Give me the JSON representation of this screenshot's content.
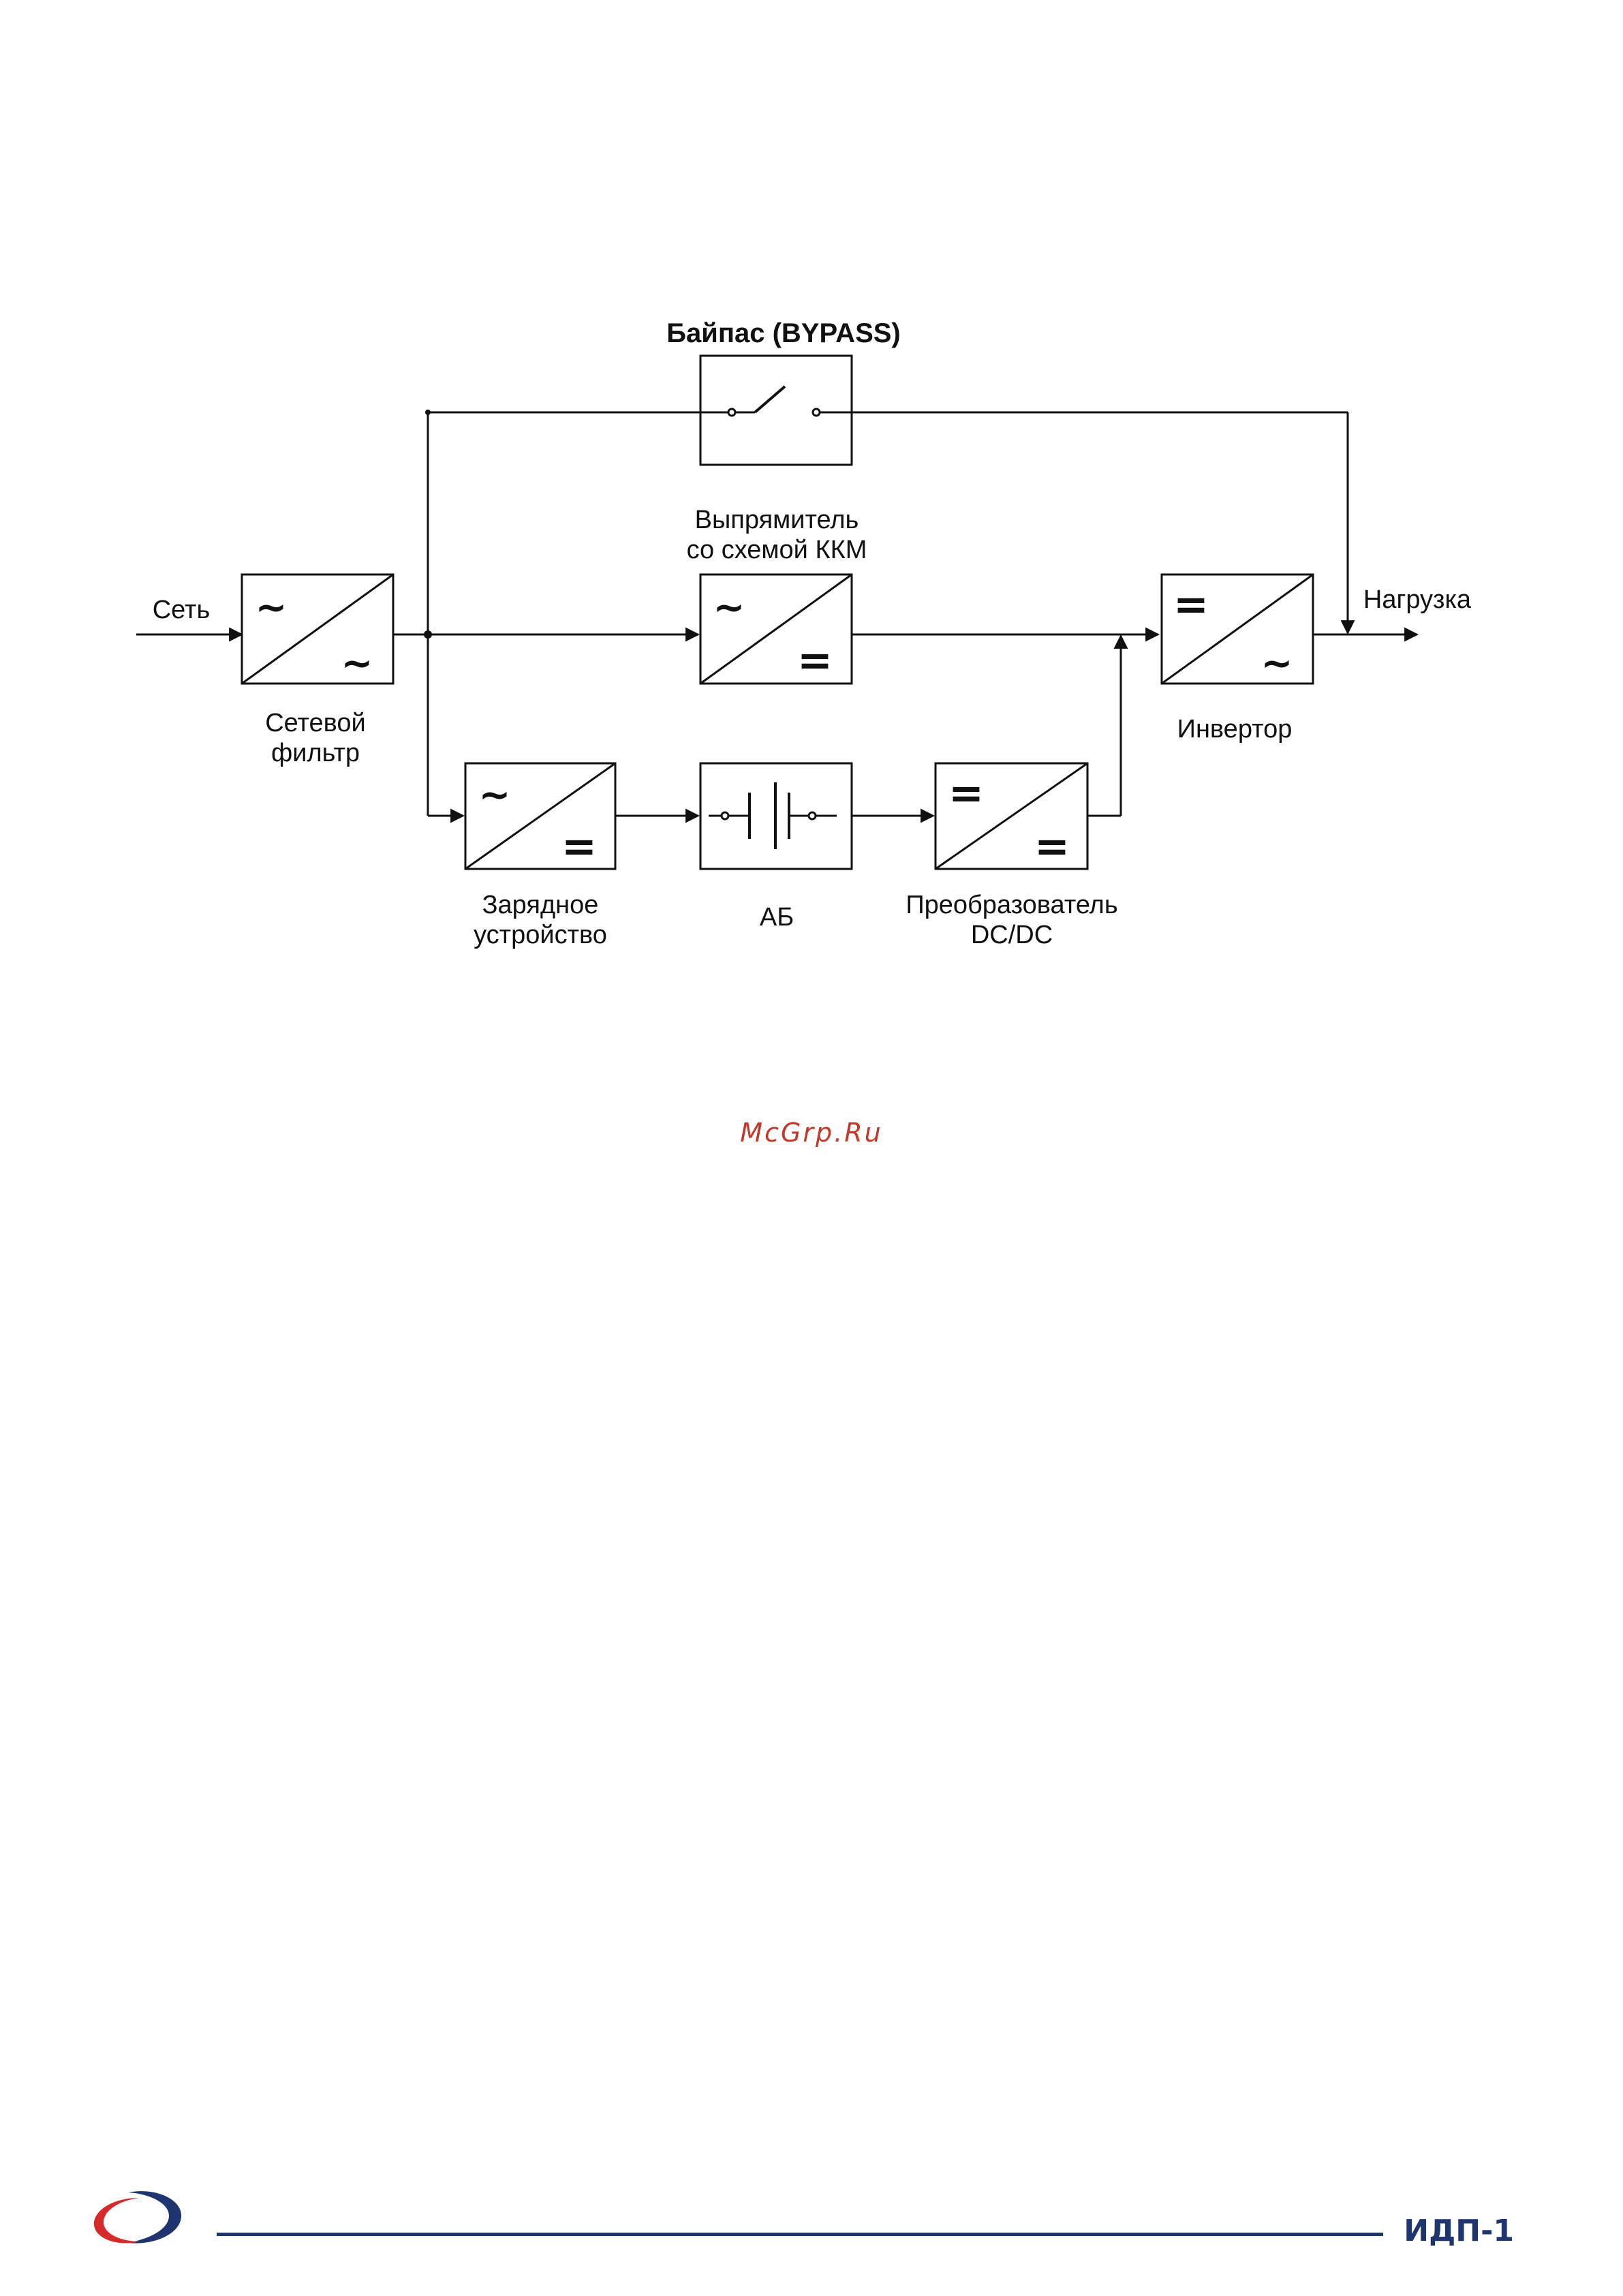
{
  "diagram": {
    "bypass_title": "Байпас (BYPASS)",
    "input_label": "Сеть",
    "output_label": "Нагрузка",
    "blocks": {
      "filter": {
        "label_lines": [
          "Сетевой",
          "фильтр"
        ],
        "symbol_in": "~",
        "symbol_out": "~"
      },
      "rectifier": {
        "label_lines": [
          "Выпрямитель",
          "со схемой ККМ"
        ],
        "symbol_in": "~",
        "symbol_out": "="
      },
      "inverter": {
        "label": "Инвертор",
        "symbol_in": "=",
        "symbol_out": "~"
      },
      "charger": {
        "label_lines": [
          "Зарядное",
          "устройство"
        ],
        "symbol_in": "~",
        "symbol_out": "="
      },
      "battery": {
        "label": "АБ"
      },
      "dcdc": {
        "label_lines": [
          "Преобразователь",
          "DC/DC"
        ],
        "symbol_in": "=",
        "symbol_out": "="
      }
    }
  },
  "watermark": "McGrp.Ru",
  "footer": {
    "doc_code": "ИДП-1",
    "colors": {
      "brand_blue": "#1e3570",
      "brand_red": "#d52b2b"
    },
    "logo_icon": "company-logo-icon"
  }
}
